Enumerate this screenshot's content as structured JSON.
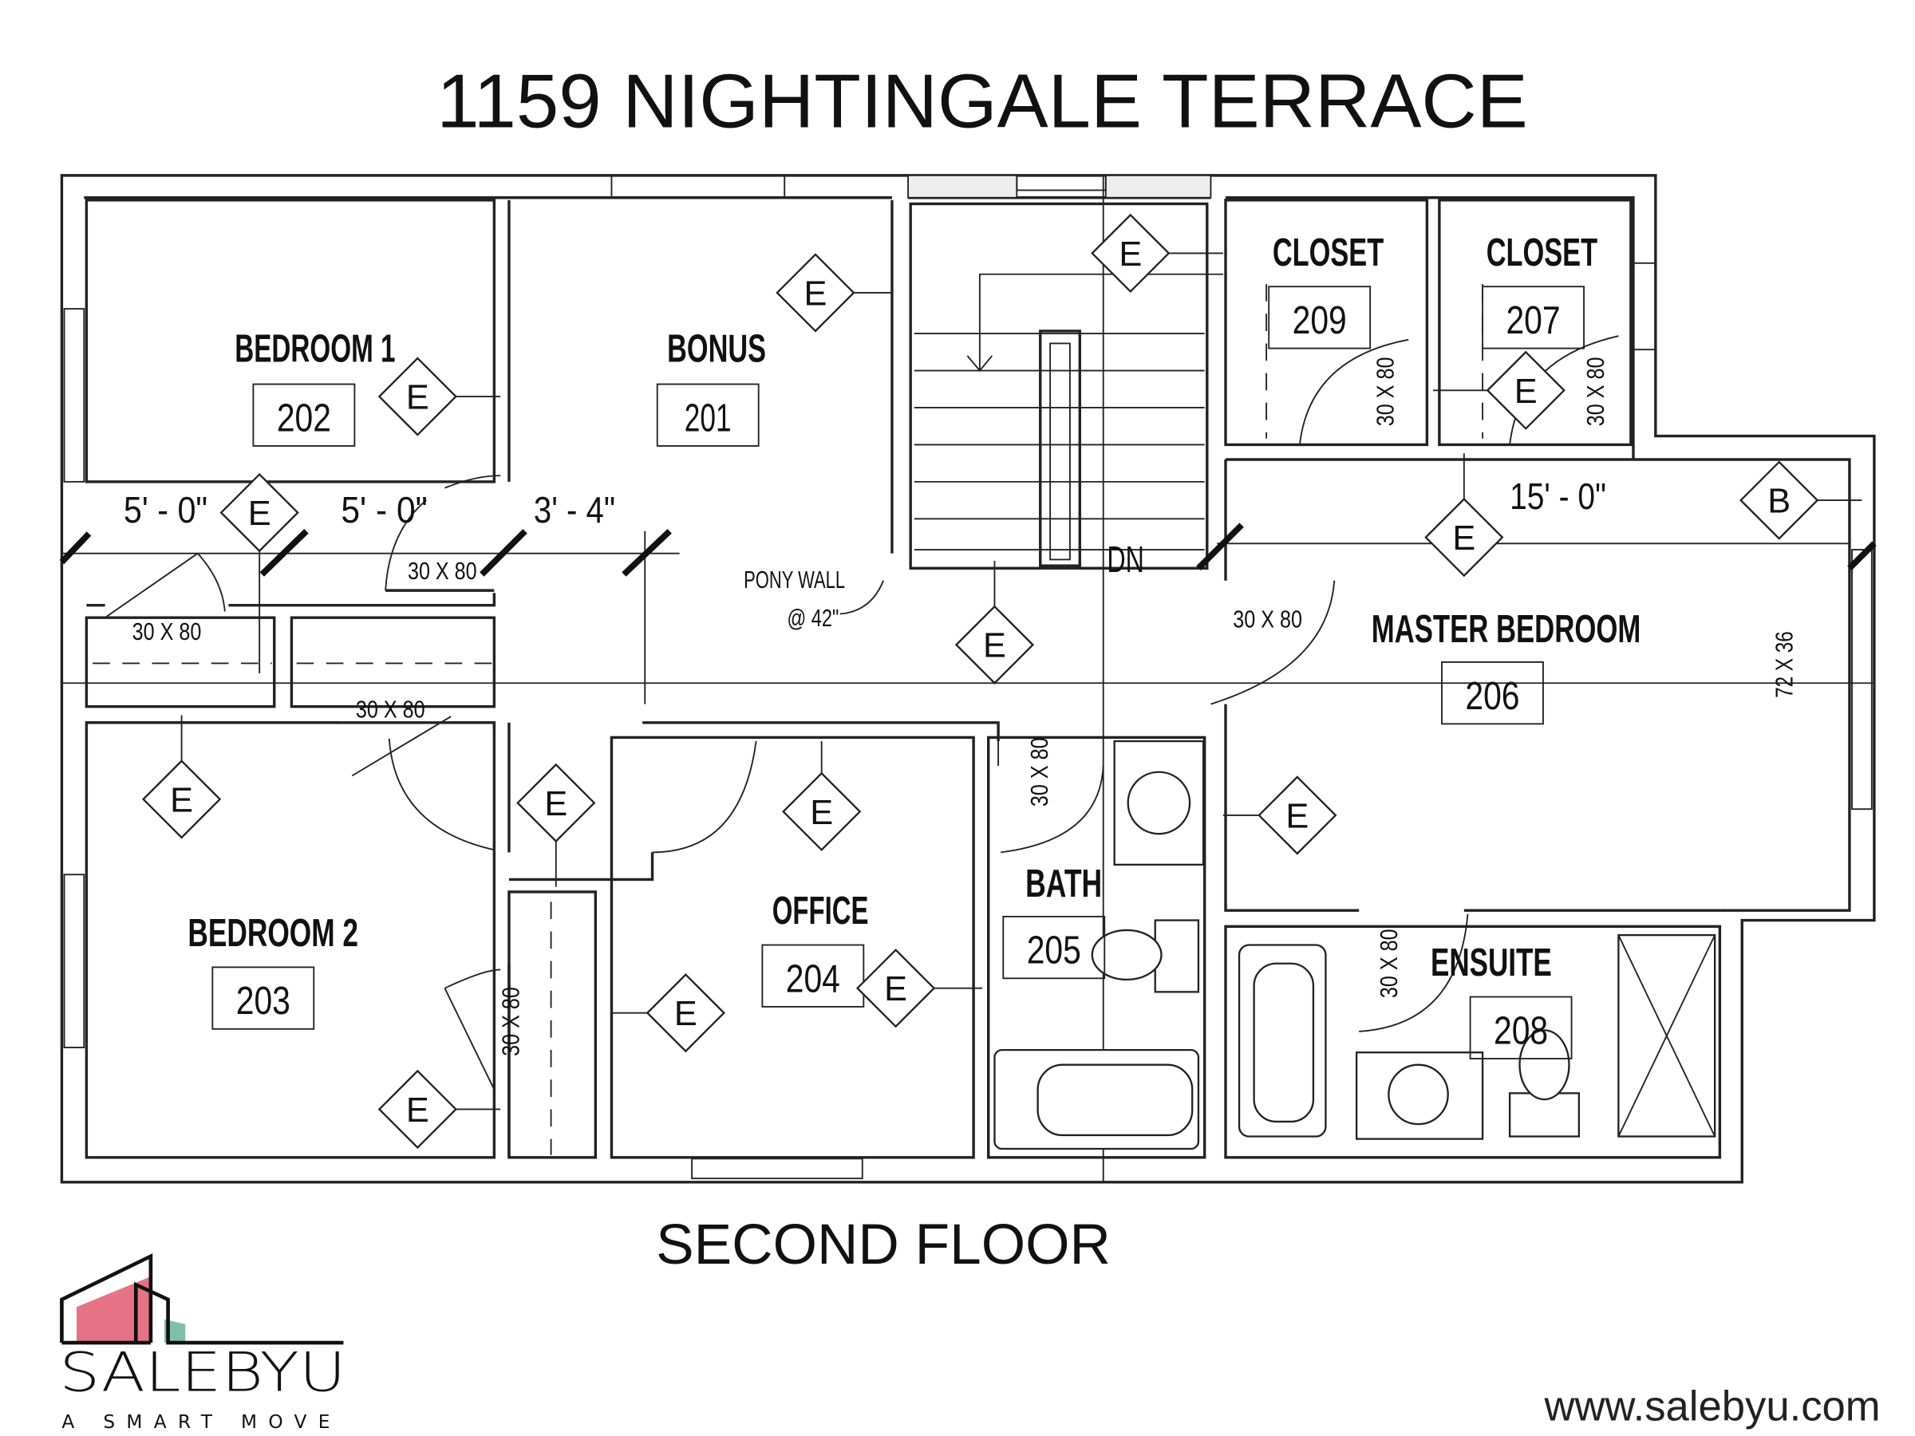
{
  "title": "1159 NIGHTINGALE TERRACE",
  "floor_label": "SECOND FLOOR",
  "website": "www.salebyu.com",
  "logo": {
    "name": "SALEBYU",
    "tagline": "A SMART MOVE",
    "colors": {
      "pink": "#e57385",
      "green": "#80bfa8"
    }
  },
  "rooms": {
    "bedroom1": {
      "name": "BEDROOM 1",
      "number": "202"
    },
    "bonus": {
      "name": "BONUS",
      "number": "201"
    },
    "closet209": {
      "name": "CLOSET",
      "number": "209"
    },
    "closet207": {
      "name": "CLOSET",
      "number": "207"
    },
    "master": {
      "name": "MASTER BEDROOM",
      "number": "206"
    },
    "bedroom2": {
      "name": "BEDROOM 2",
      "number": "203"
    },
    "office": {
      "name": "OFFICE",
      "number": "204"
    },
    "bath": {
      "name": "BATH",
      "number": "205"
    },
    "ensuite": {
      "name": "ENSUITE",
      "number": "208"
    }
  },
  "doors": {
    "standard": "30 X 80",
    "window_master": "72 X 36"
  },
  "dimensions": {
    "bed1_a": "5' - 0\"",
    "bed1_b": "5' - 0\"",
    "hall": "3' - 4\"",
    "master": "15' - 0\""
  },
  "annotations": {
    "down": "DN",
    "pony_wall": "PONY WALL",
    "pony_height": "@ 42\""
  },
  "markers": {
    "e": "E",
    "b": "B"
  }
}
